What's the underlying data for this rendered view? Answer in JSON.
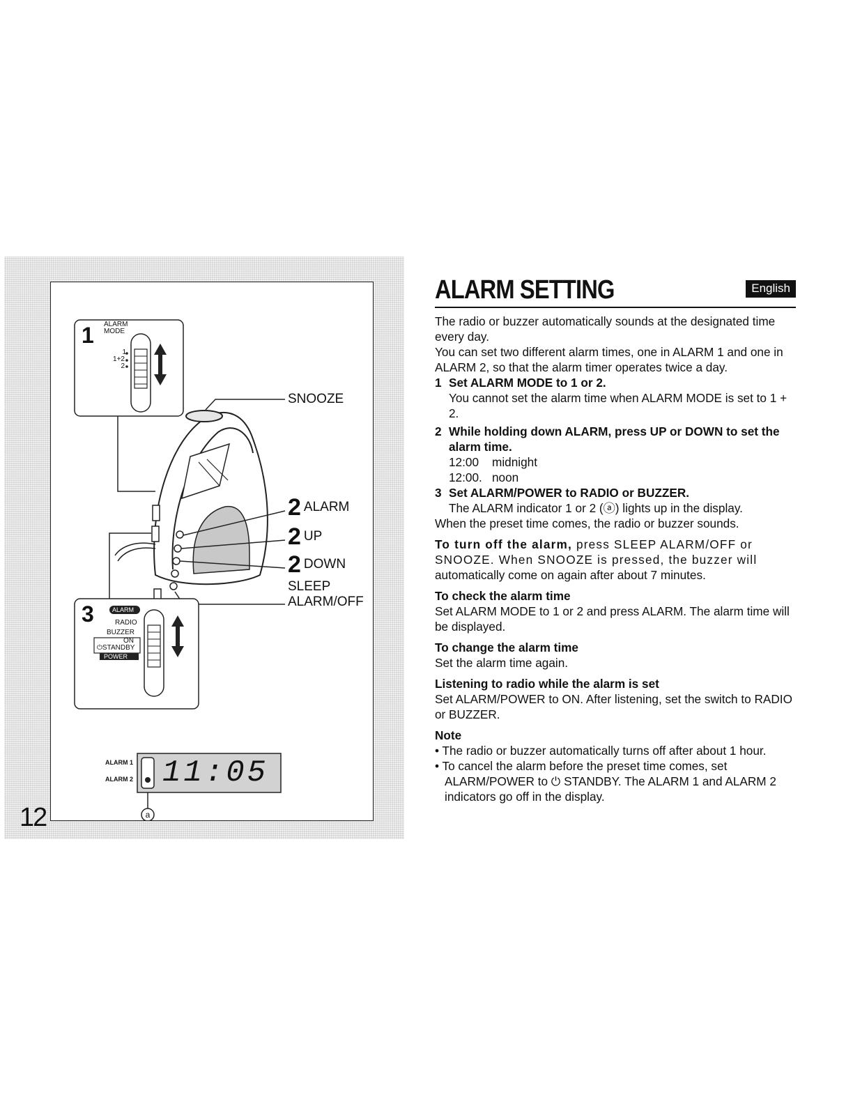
{
  "page_number": "12",
  "figure": {
    "step1": {
      "num": "1",
      "label_line1": "ALARM",
      "label_line2": "MODE",
      "pos1": "1",
      "pos2": "1+2",
      "pos3": "2"
    },
    "callouts": {
      "snooze": "SNOOZE",
      "alarm_num": "2",
      "alarm": "ALARM",
      "up_num": "2",
      "up": "UP",
      "down_num": "2",
      "down": "DOWN",
      "sleep": "SLEEP",
      "alarm_off": "ALARM/OFF"
    },
    "step3": {
      "num": "3",
      "alarm_tag": "ALARM",
      "radio": "RADIO",
      "buzzer": "BUZZER",
      "on": "ON",
      "standby": "STANDBY",
      "power_tag": "POWER"
    },
    "display": {
      "alarm1": "ALARM 1",
      "alarm2": "ALARM 2",
      "time": "11:05",
      "marker": "a"
    }
  },
  "article": {
    "title": "ALARM SETTING",
    "language": "English",
    "intro1": "The radio or buzzer automatically sounds at the designated time every day.",
    "intro2": "You can set two different alarm times, one in ALARM 1 and one in ALARM 2, so that the alarm timer operates twice a day.",
    "step1_num": "1",
    "step1_head": "Set ALARM MODE to 1 or 2.",
    "step1_body": "You cannot set the alarm time when ALARM MODE is set to 1 + 2.",
    "step2_num": "2",
    "step2_head": "While holding down ALARM, press UP or DOWN to set the alarm time.",
    "step2_t1": "12:00",
    "step2_d1": "midnight",
    "step2_t2": "12:00.",
    "step2_d2": "noon",
    "step3_num": "3",
    "step3_head": "Set ALARM/POWER to RADIO or BUZZER.",
    "step3_body": "The ALARM indicator 1 or 2 (ⓐ) lights up in the display.",
    "step3_after": "When the preset time comes, the radio or buzzer sounds.",
    "turnoff_head": "To turn off the alarm,",
    "turnoff_body": " press SLEEP ALARM/OFF or SNOOZE. When SNOOZE is pressed, the buzzer will",
    "turnoff_tail": "automatically come on again after about 7 minutes.",
    "check_head": "To check the alarm time",
    "check_body": "Set ALARM MODE to 1 or 2 and press ALARM.  The alarm time will be displayed.",
    "change_head": "To change the alarm time",
    "change_body": "Set the alarm time again.",
    "listen_head": "Listening to radio while the alarm is set",
    "listen_body": "Set ALARM/POWER to ON.  After listening, set the switch to RADIO or BUZZER.",
    "note_head": "Note",
    "note1": "• The radio or buzzer automatically turns off after about 1 hour.",
    "note2": "• To cancel the alarm before the preset time comes, set ALARM/POWER to ⏻ STANDBY.  The ALARM 1 and ALARM 2 indicators go off in the display."
  }
}
